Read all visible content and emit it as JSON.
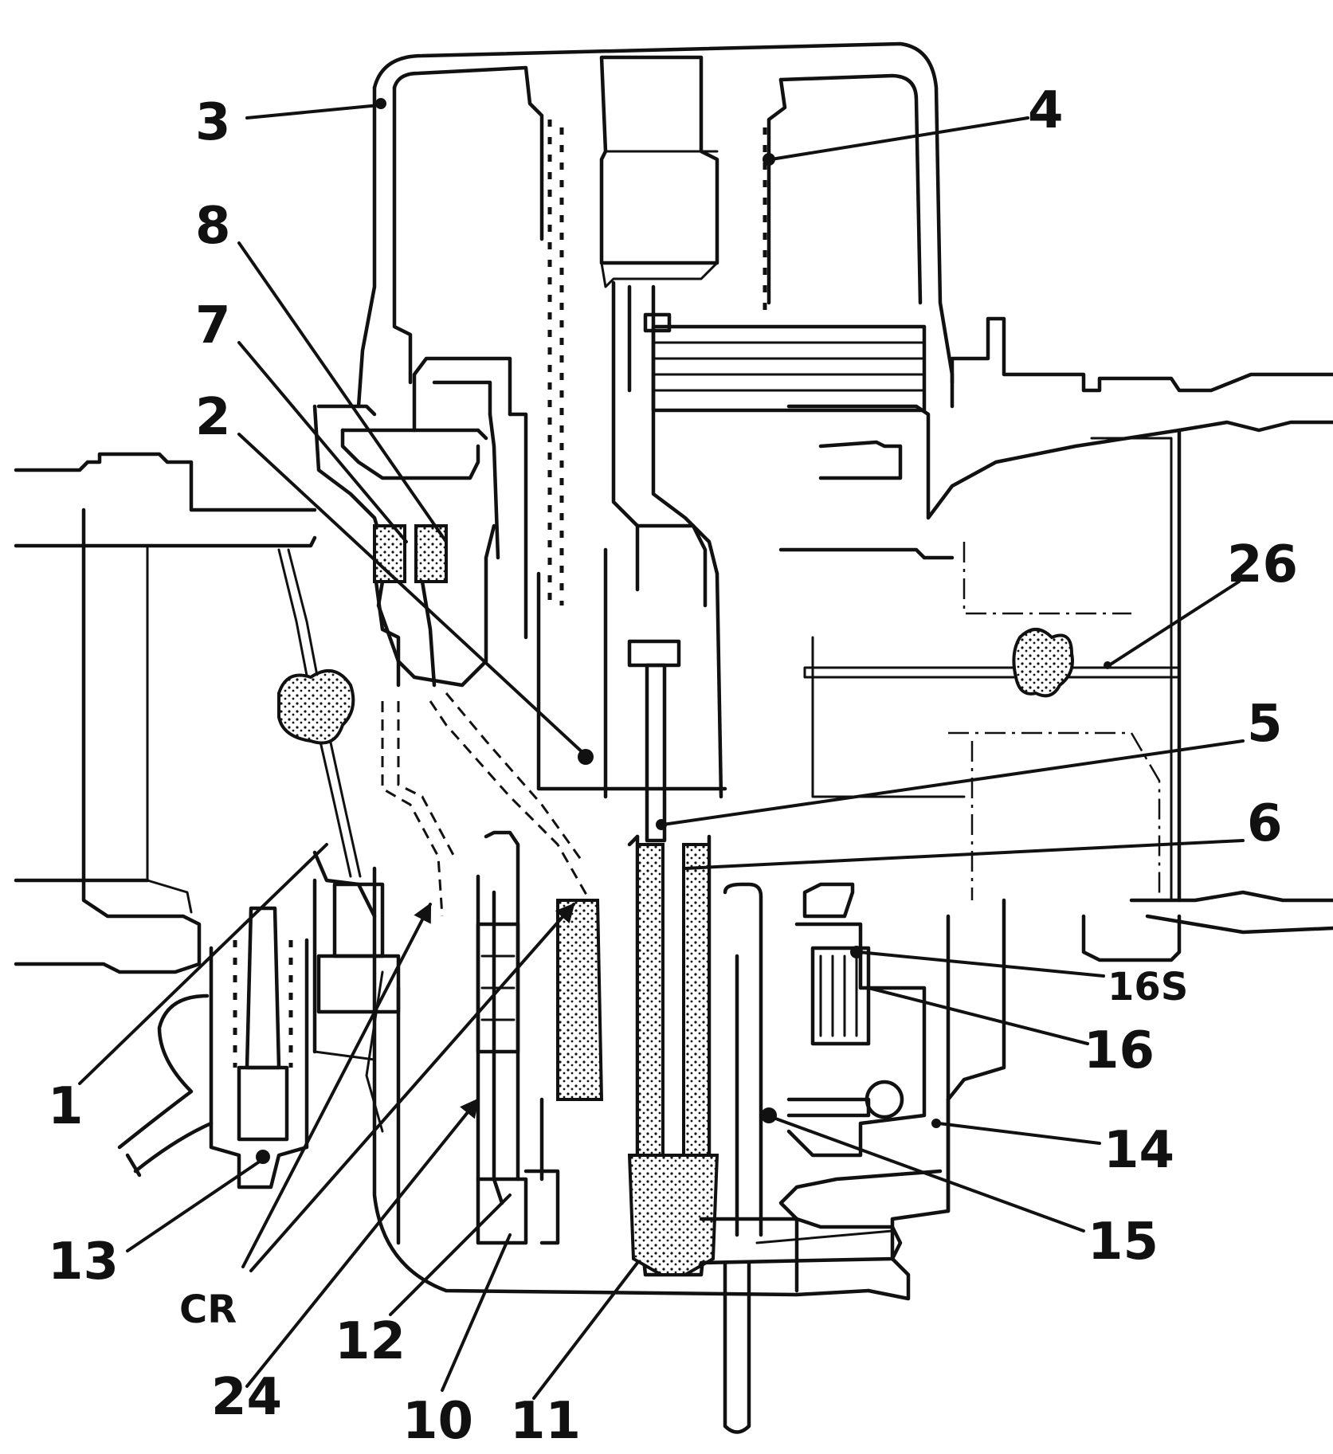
{
  "callouts": {
    "c3": "3",
    "c4": "4",
    "c8": "8",
    "c7": "7",
    "c2": "2",
    "c26": "26",
    "c5": "5",
    "c6": "6",
    "c1": "1",
    "c13": "13",
    "cCR": "CR",
    "c24": "24",
    "c12": "12",
    "c10": "10",
    "c11": "11",
    "c16S": "16S",
    "c16": "16",
    "c14": "14",
    "c15": "15"
  }
}
